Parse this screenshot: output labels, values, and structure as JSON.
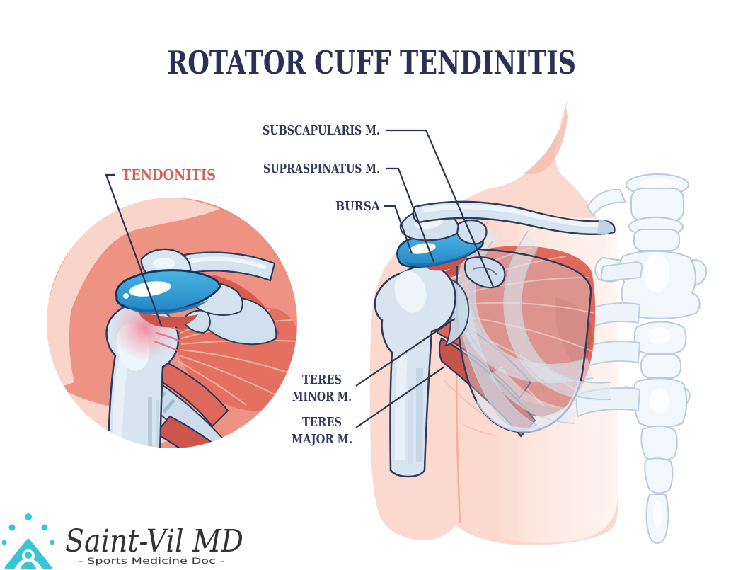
{
  "title": "ROTATOR CUFF TENDINITIS",
  "inset": {
    "label": "TENDONITIS"
  },
  "labels": {
    "subscapularis": "SUBSCAPULARIS M.",
    "supraspinatus": "SUPRASPINATUS M.",
    "bursa": "BURSA",
    "teres_minor": {
      "line1": "TERES",
      "line2": "MINOR M."
    },
    "teres_major": {
      "line1": "TERES",
      "line2": "MAJOR M."
    }
  },
  "logo": {
    "name": "Saint-Vil MD",
    "tagline": "- Sports Medicine Doc -"
  },
  "colors": {
    "title_navy": "#2b3156",
    "label_navy": "#323a5c",
    "tendonitis_red": "#d4625e",
    "leader_line": "#2c3550",
    "skin_pink": "#fbd9ce",
    "skin_outline": "#ee9887",
    "inset_bg_pink": "#f8d4cb",
    "salmon_ring": "#ee9384",
    "muscle_red": "#e0695b",
    "muscle_deep_red": "#c7544c",
    "bone_fill": "#d8e5f1",
    "bone_outline": "#2e3a59",
    "bursa_blue": "#3ea8dd",
    "rib_pale": "#e9f0f7",
    "spine_pale": "#f2f7fb",
    "logo_teal": "#38c5d6",
    "logo_text": "#333333"
  }
}
